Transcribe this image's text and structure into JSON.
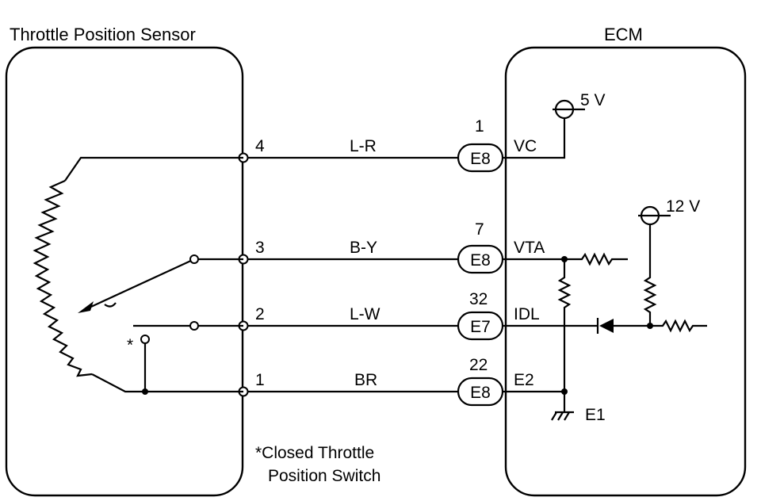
{
  "diagram": {
    "tps_title": "Throttle Position Sensor",
    "ecm_title": "ECM",
    "wires": [
      {
        "tps_pin": "4",
        "color": "L-R",
        "ecm_pin": "1",
        "connector": "E8",
        "terminal": "VC"
      },
      {
        "tps_pin": "3",
        "color": "B-Y",
        "ecm_pin": "7",
        "connector": "E8",
        "terminal": "VTA"
      },
      {
        "tps_pin": "2",
        "color": "L-W",
        "ecm_pin": "32",
        "connector": "E7",
        "terminal": "IDL"
      },
      {
        "tps_pin": "1",
        "color": "BR",
        "ecm_pin": "22",
        "connector": "E8",
        "terminal": "E2"
      }
    ],
    "supply_5v": "5 V",
    "supply_12v": "12 V",
    "ground_label": "E1",
    "switch_marker": "*",
    "note_line1": "*Closed Throttle",
    "note_line2": "Position Switch"
  }
}
